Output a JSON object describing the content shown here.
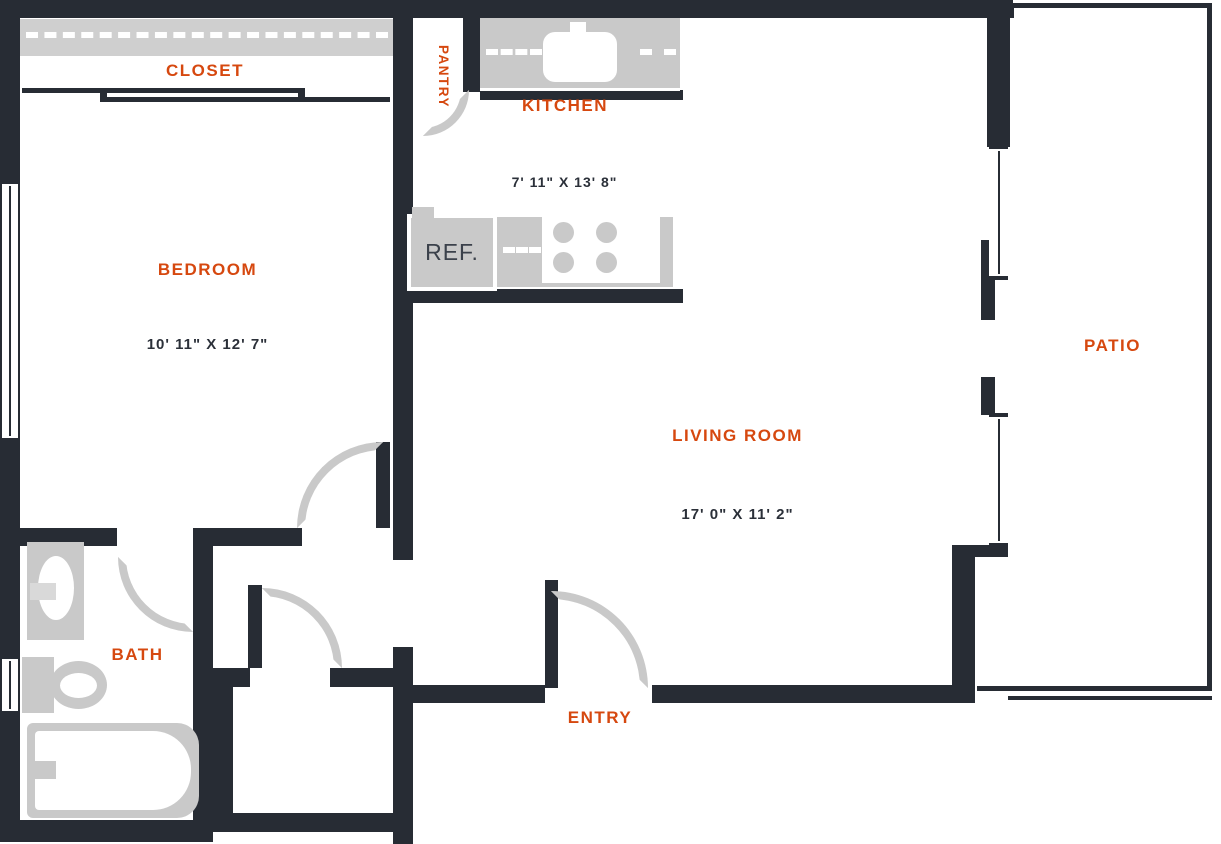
{
  "plan": {
    "rooms": [
      {
        "id": "closet",
        "label": "CLOSET",
        "dims": ""
      },
      {
        "id": "bedroom",
        "label": "BEDROOM",
        "dims": "10' 11\" X 12' 7\""
      },
      {
        "id": "pantry",
        "label": "PANTRY",
        "dims": ""
      },
      {
        "id": "kitchen",
        "label": "KITCHEN",
        "dims": "7' 11\" X 13' 8\""
      },
      {
        "id": "living_room",
        "label": "LIVING ROOM",
        "dims": "17' 0\" X 11' 2\""
      },
      {
        "id": "patio",
        "label": "PATIO",
        "dims": ""
      },
      {
        "id": "bath",
        "label": "BATH",
        "dims": ""
      },
      {
        "id": "entry",
        "label": "ENTRY",
        "dims": ""
      }
    ],
    "fixtures": {
      "refrigerator_label": "REF."
    },
    "colors": {
      "wall": "#272c34",
      "accent": "#d6480f",
      "fixture": "#c9c9c9",
      "fixlight": "#d9d9d9",
      "dim": "#2b3039",
      "bg": "#ffffff"
    }
  }
}
